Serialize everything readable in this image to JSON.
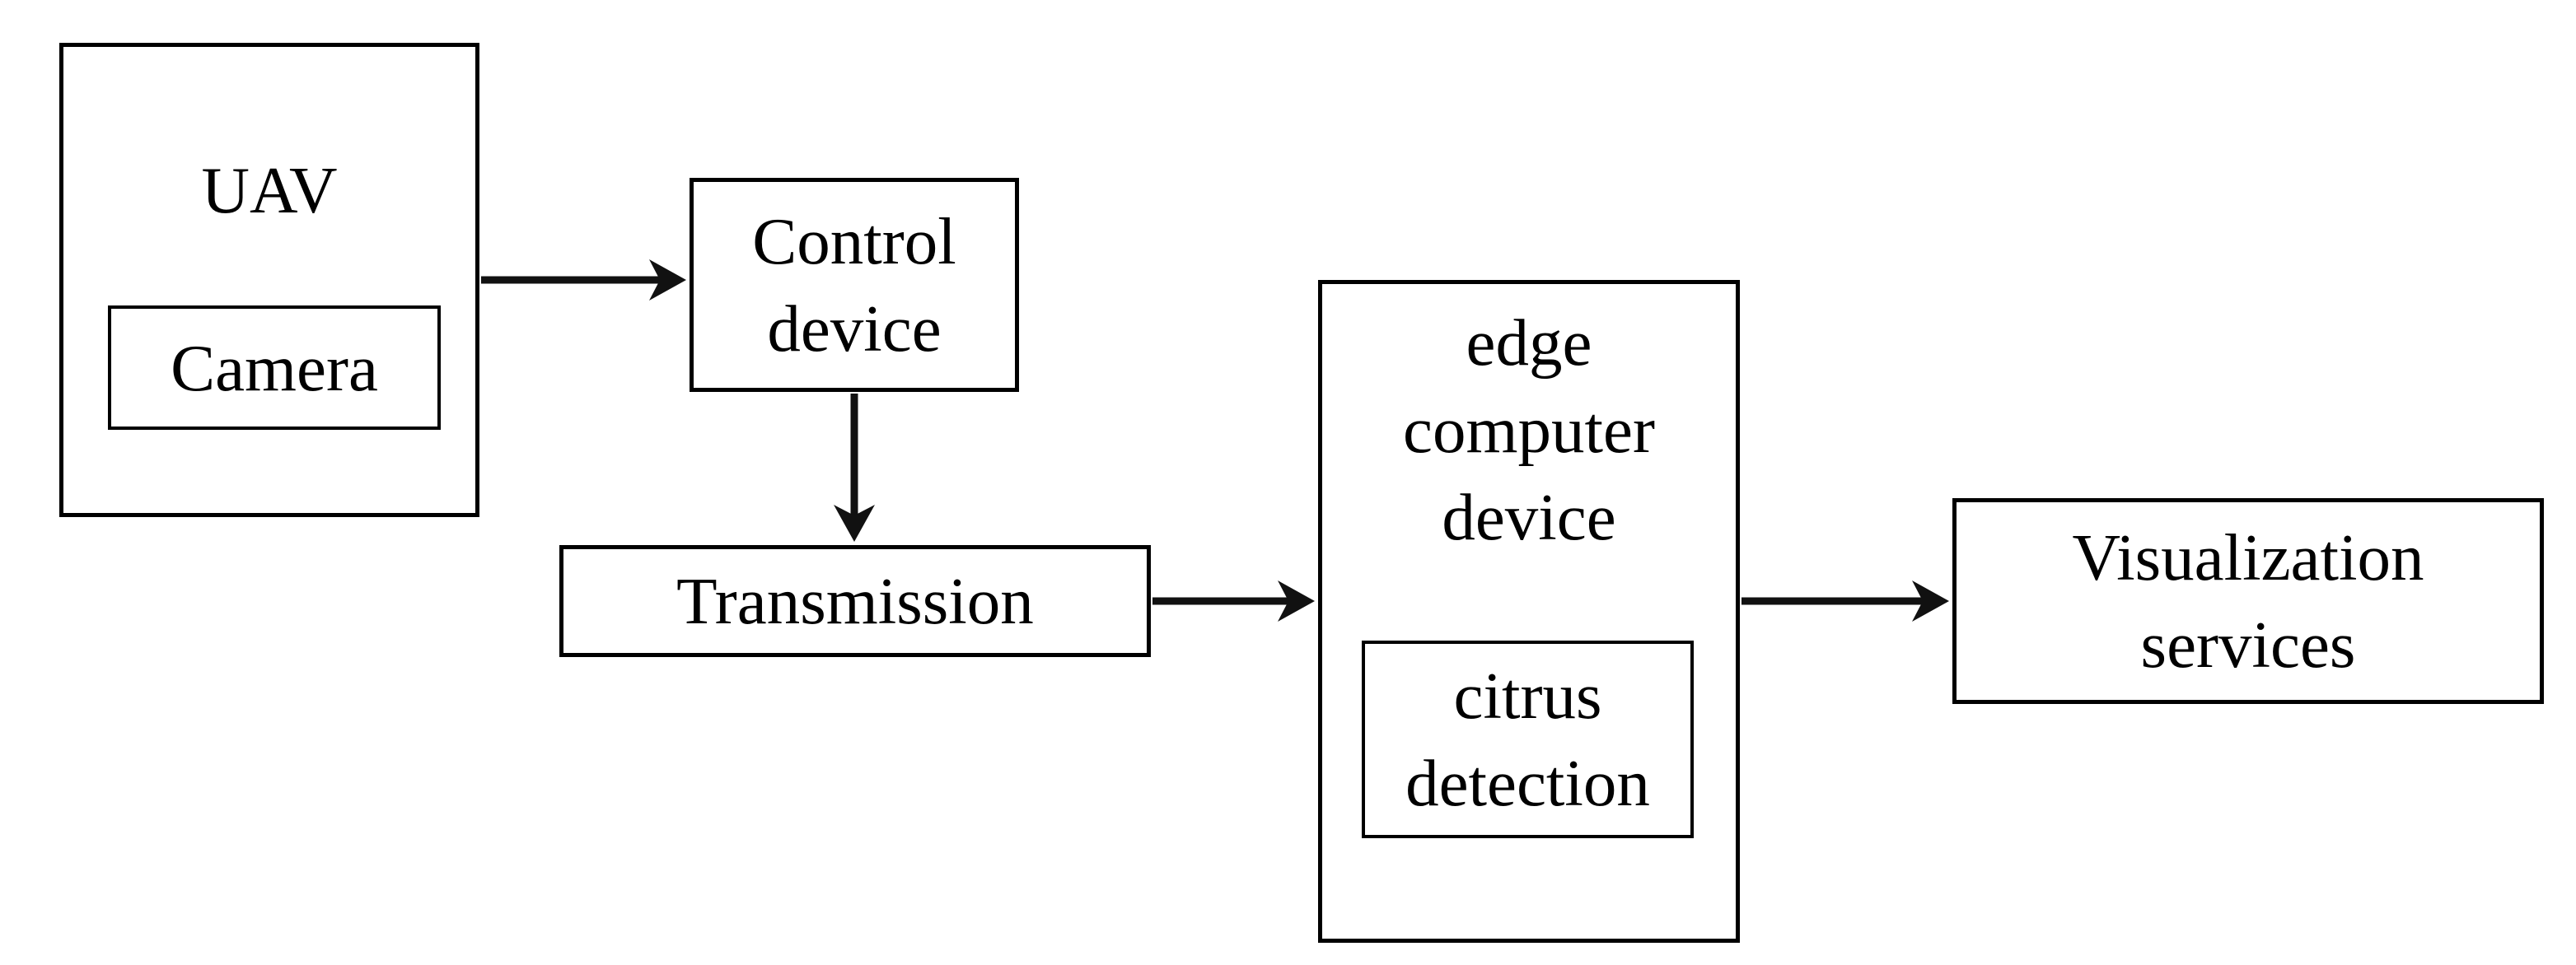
{
  "figure": {
    "type": "flowchart",
    "background_color": "#ffffff",
    "box_border_color": "#000000",
    "text_color": "#000000",
    "arrow_color": "#111111",
    "nodes": {
      "uav": {
        "label": "UAV"
      },
      "camera": {
        "label": "Camera",
        "parent": "uav"
      },
      "control_device": {
        "label": "Control\ndevice"
      },
      "transmission": {
        "label": "Transmission"
      },
      "edge_computer_device": {
        "label": "edge\ncomputer\ndevice"
      },
      "citrus_detection": {
        "label": "citrus\ndetection",
        "parent": "edge_computer_device"
      },
      "visualization_services": {
        "label": "Visualization\nservices"
      }
    },
    "connections": [
      {
        "from": "uav",
        "to": "control_device"
      },
      {
        "from": "control_device",
        "to": "transmission"
      },
      {
        "from": "transmission",
        "to": "edge_computer_device"
      },
      {
        "from": "edge_computer_device",
        "to": "visualization_services"
      }
    ]
  }
}
